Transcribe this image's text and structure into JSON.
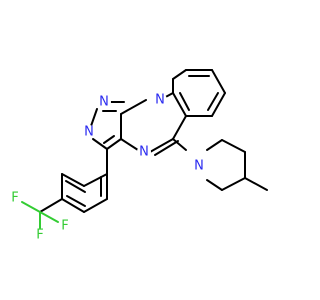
{
  "molecule": {
    "colors": {
      "bond": "#000000",
      "nitrogen": "#2a2af0",
      "fluorine": "#33cc33"
    },
    "atoms": {
      "n1": {
        "symbol": "N",
        "element": "nitrogen"
      },
      "n2": {
        "symbol": "N",
        "element": "nitrogen"
      },
      "n3": {
        "symbol": "N",
        "element": "nitrogen"
      },
      "n4": {
        "symbol": "N",
        "element": "nitrogen"
      },
      "n5": {
        "symbol": "N",
        "element": "nitrogen"
      },
      "f1": {
        "symbol": "F",
        "element": "fluorine"
      },
      "f2": {
        "symbol": "F",
        "element": "fluorine"
      },
      "f3": {
        "symbol": "F",
        "element": "fluorine"
      }
    }
  }
}
